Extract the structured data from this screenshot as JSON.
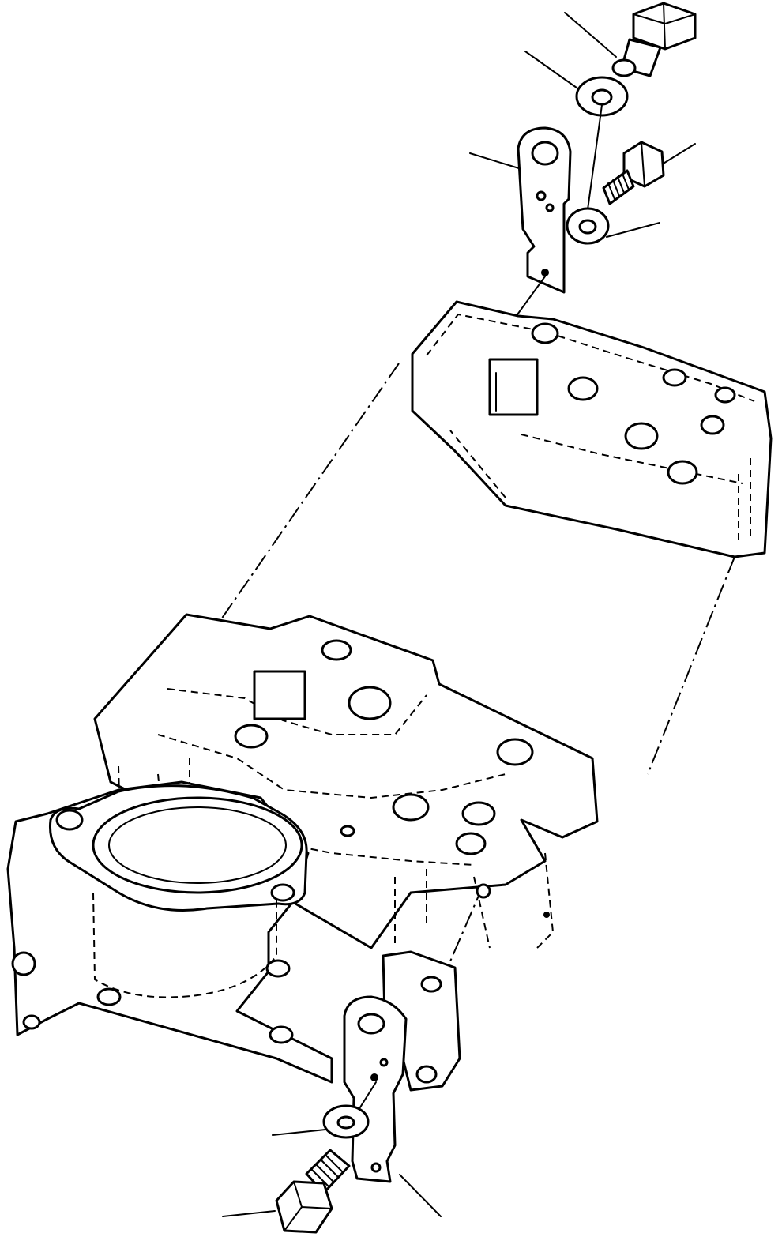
{
  "diagram": {
    "style": "exploded-assembly line drawing",
    "colors": {
      "ink": "#000000",
      "paper": "#ffffff"
    },
    "parts": [
      {
        "name": "upper-bolt",
        "icon": "hex-bolt-icon"
      },
      {
        "name": "upper-washer",
        "icon": "washer-icon"
      },
      {
        "name": "upper-bracket",
        "icon": "bracket-plate-icon"
      },
      {
        "name": "upper-small-bolt",
        "icon": "hex-bolt-icon"
      },
      {
        "name": "upper-small-washer",
        "icon": "washer-icon"
      },
      {
        "name": "gasket",
        "icon": "gasket-icon"
      },
      {
        "name": "manifold-housing",
        "icon": "housing-icon"
      },
      {
        "name": "lower-bracket",
        "icon": "bracket-plate-icon"
      },
      {
        "name": "lower-washer",
        "icon": "washer-icon"
      },
      {
        "name": "lower-bolt",
        "icon": "hex-bolt-icon"
      }
    ],
    "leader_count": 8
  }
}
